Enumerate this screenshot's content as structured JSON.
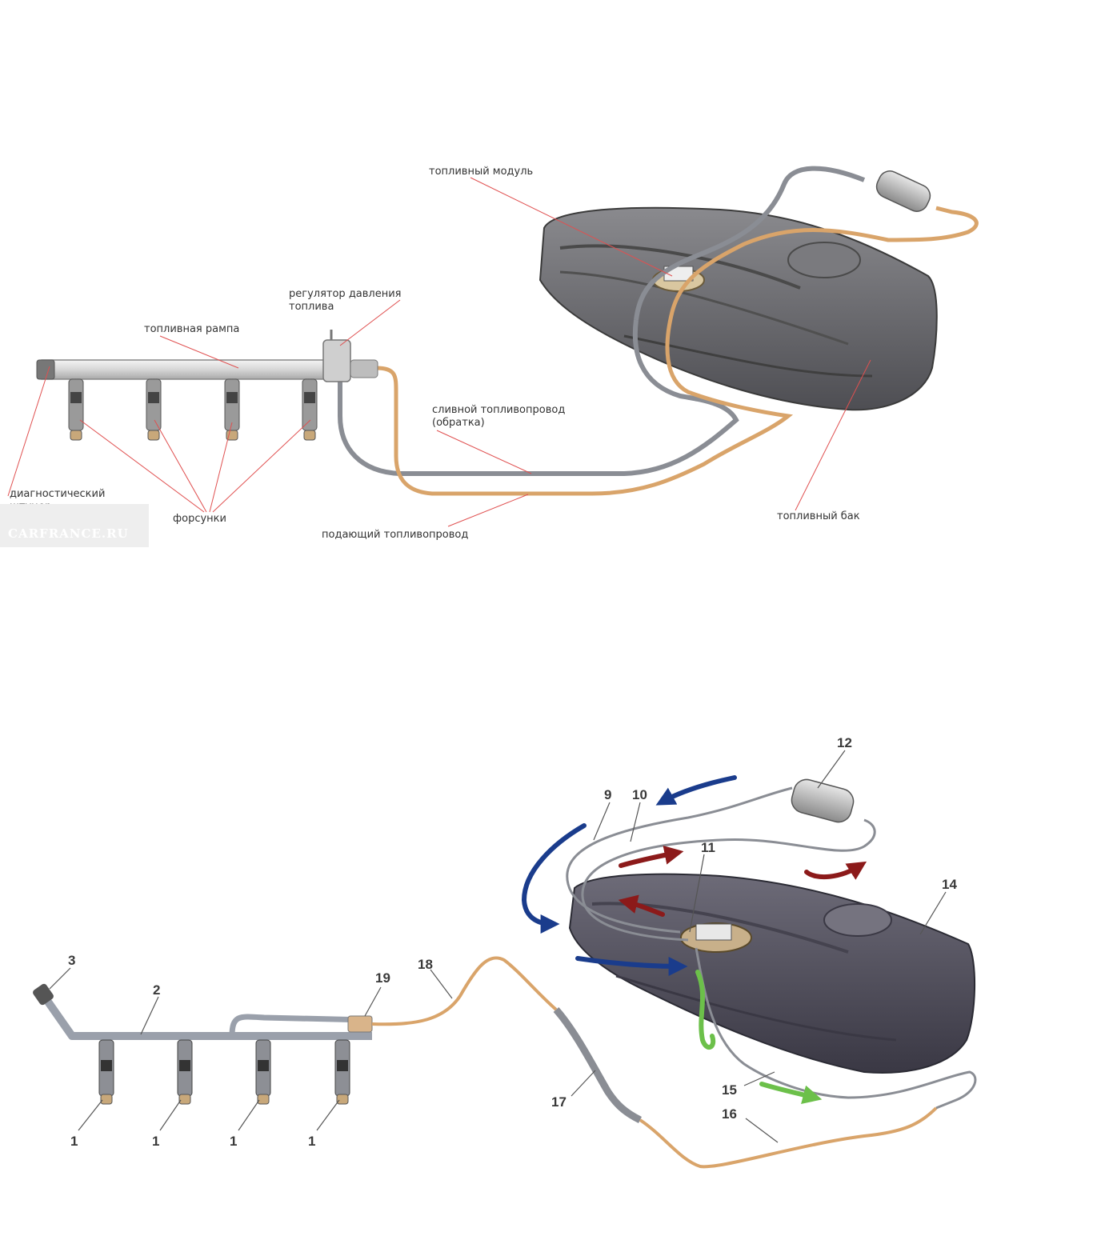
{
  "top_diagram": {
    "labels": {
      "fuel_module": "топливный модуль",
      "pressure_regulator_line1": "регулятор давления",
      "pressure_regulator_line2": "топлива",
      "fuel_rail": "топливная рампа",
      "return_line_line1": "сливной топливопровод",
      "return_line_line2": "(обратка)",
      "diagnostic_line1": "диагностический",
      "diagnostic_line2": "штуцер",
      "injectors": "форсунки",
      "supply_line": "подающий топливопровод",
      "fuel_tank": "топливный бак"
    },
    "watermark": "CARFRANCE.RU"
  },
  "bottom_diagram": {
    "callouts": {
      "injector_1": "1",
      "injector_2": "1",
      "injector_3": "1",
      "injector_4": "1",
      "rail": "2",
      "diag_fitting": "3",
      "line_9": "9",
      "line_10": "10",
      "module": "11",
      "filter": "12",
      "tank": "14",
      "line_15": "15",
      "line_16": "16",
      "line_17": "17",
      "line_18": "18",
      "regulator": "19"
    }
  },
  "colors": {
    "copper_pipe": "#d9a46a",
    "steel_pipe": "#8a8d94",
    "tank_top": "#6b6b70",
    "leader_line_red": "#e05050",
    "arrow_blue": "#1a3c8c",
    "arrow_red": "#8c1a1a",
    "arrow_green": "#6cc04a"
  }
}
